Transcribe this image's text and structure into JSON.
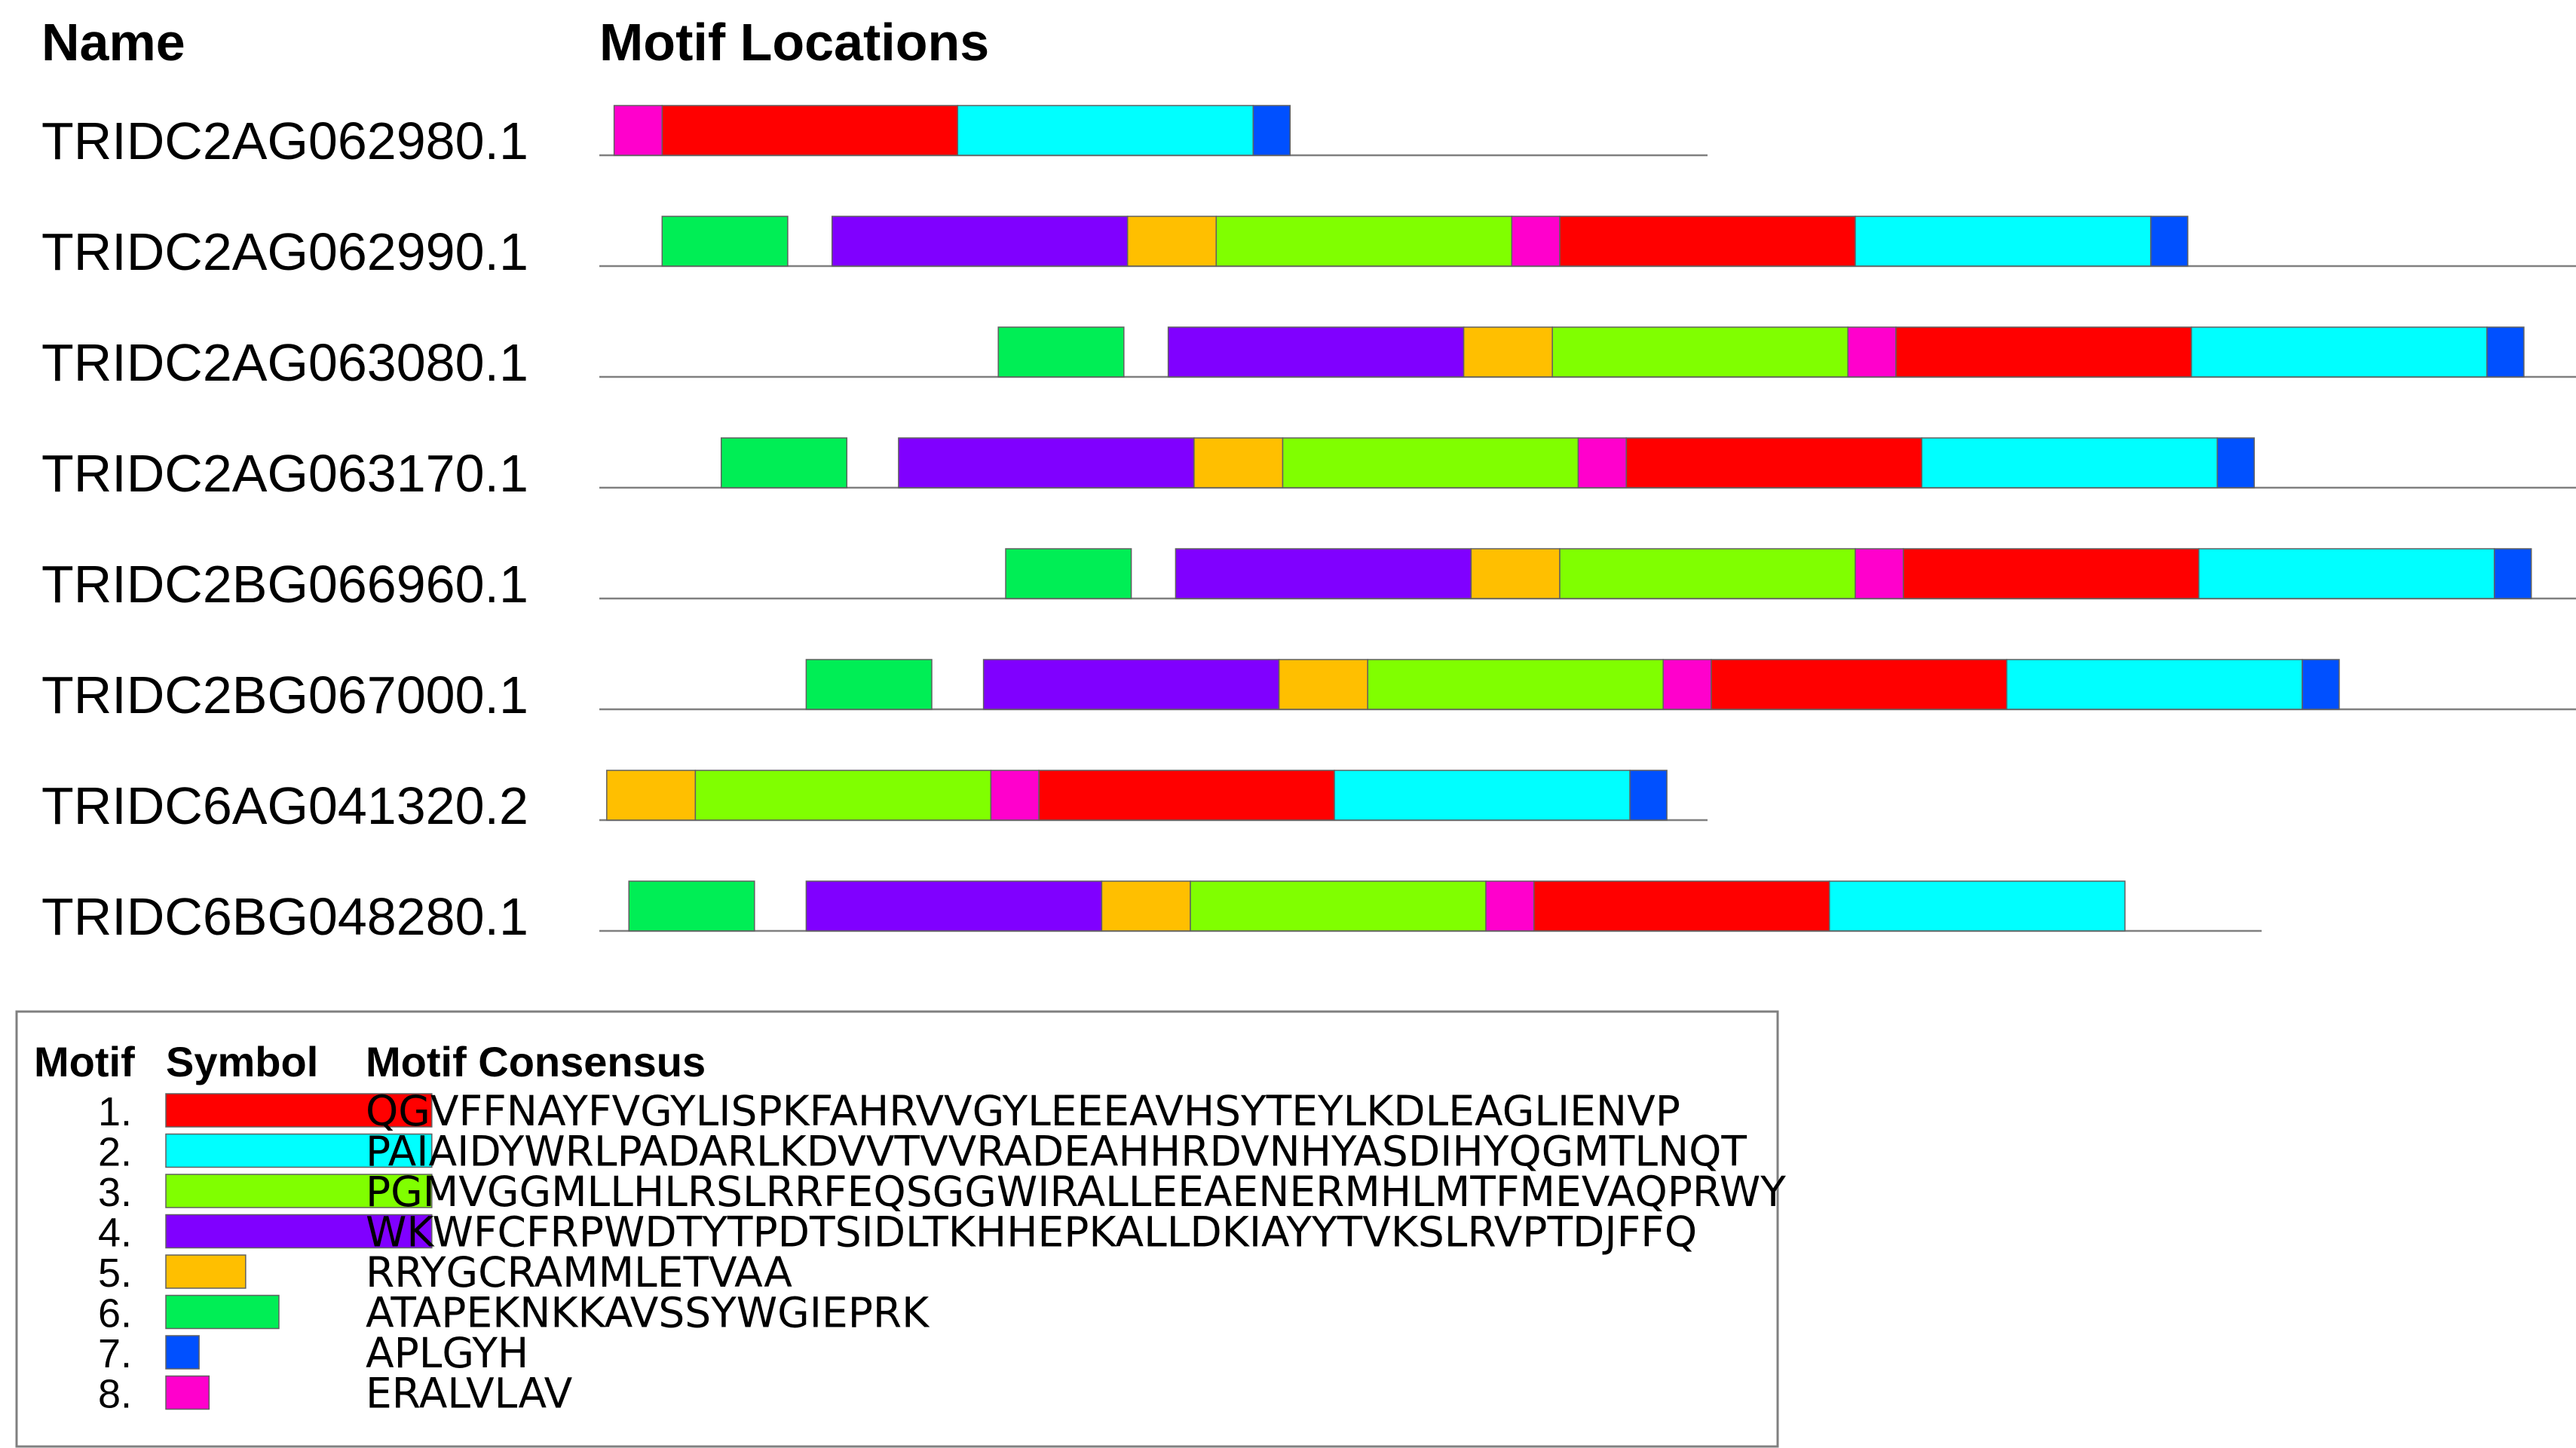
{
  "headers": {
    "name": "Name",
    "locations": "Motif Locations"
  },
  "sequences": [
    {
      "name": "TRIDC2AG062980.1",
      "length": 300,
      "motifs": [
        {
          "id": 8,
          "start": 4
        },
        {
          "id": 1,
          "start": 17
        },
        {
          "id": 2,
          "start": 97
        },
        {
          "id": 7,
          "start": 177
        }
      ]
    },
    {
      "name": "TRIDC2AG062990.1",
      "length": 650,
      "motifs": [
        {
          "id": 6,
          "start": 17
        },
        {
          "id": 4,
          "start": 63
        },
        {
          "id": 5,
          "start": 143
        },
        {
          "id": 3,
          "start": 167
        },
        {
          "id": 8,
          "start": 247
        },
        {
          "id": 1,
          "start": 260
        },
        {
          "id": 2,
          "start": 340
        },
        {
          "id": 7,
          "start": 420
        }
      ]
    },
    {
      "name": "TRIDC2AG063080.1",
      "length": 700,
      "motifs": [
        {
          "id": 6,
          "start": 108
        },
        {
          "id": 4,
          "start": 154
        },
        {
          "id": 5,
          "start": 234
        },
        {
          "id": 3,
          "start": 258
        },
        {
          "id": 8,
          "start": 338
        },
        {
          "id": 1,
          "start": 351
        },
        {
          "id": 2,
          "start": 431
        },
        {
          "id": 7,
          "start": 511
        }
      ]
    },
    {
      "name": "TRIDC2AG063170.1",
      "length": 650,
      "motifs": [
        {
          "id": 6,
          "start": 33
        },
        {
          "id": 4,
          "start": 81
        },
        {
          "id": 5,
          "start": 161
        },
        {
          "id": 3,
          "start": 185
        },
        {
          "id": 8,
          "start": 265
        },
        {
          "id": 1,
          "start": 278
        },
        {
          "id": 2,
          "start": 358
        },
        {
          "id": 7,
          "start": 438
        }
      ]
    },
    {
      "name": "TRIDC2BG066960.1",
      "length": 700,
      "motifs": [
        {
          "id": 6,
          "start": 110
        },
        {
          "id": 4,
          "start": 156
        },
        {
          "id": 5,
          "start": 236
        },
        {
          "id": 3,
          "start": 260
        },
        {
          "id": 8,
          "start": 340
        },
        {
          "id": 1,
          "start": 353
        },
        {
          "id": 2,
          "start": 433
        },
        {
          "id": 7,
          "start": 513
        }
      ]
    },
    {
      "name": "TRIDC2BG067000.1",
      "length": 650,
      "motifs": [
        {
          "id": 6,
          "start": 56
        },
        {
          "id": 4,
          "start": 104
        },
        {
          "id": 5,
          "start": 184
        },
        {
          "id": 3,
          "start": 208
        },
        {
          "id": 8,
          "start": 288
        },
        {
          "id": 1,
          "start": 301
        },
        {
          "id": 2,
          "start": 381
        },
        {
          "id": 7,
          "start": 461
        }
      ]
    },
    {
      "name": "TRIDC6AG041320.2",
      "length": 300,
      "motifs": [
        {
          "id": 5,
          "start": 2
        },
        {
          "id": 3,
          "start": 26
        },
        {
          "id": 8,
          "start": 106
        },
        {
          "id": 1,
          "start": 119
        },
        {
          "id": 2,
          "start": 199
        },
        {
          "id": 7,
          "start": 279
        }
      ]
    },
    {
      "name": "TRIDC6BG048280.1",
      "length": 450,
      "motifs": [
        {
          "id": 6,
          "start": 8
        },
        {
          "id": 4,
          "start": 56
        },
        {
          "id": 5,
          "start": 136
        },
        {
          "id": 3,
          "start": 160
        },
        {
          "id": 8,
          "start": 240
        },
        {
          "id": 1,
          "start": 253
        },
        {
          "id": 2,
          "start": 333
        }
      ]
    }
  ],
  "legend": {
    "headers": {
      "motif": "Motif",
      "symbol": "Symbol",
      "consensus": "Motif Consensus"
    },
    "motifs": [
      {
        "id": 1,
        "number": "1.",
        "color": "#ff0000",
        "width": 80,
        "consensus": "QGVFFNAYFVGYLISPKFAHRVVGYLEEEAVHSYTEYLKDLEAGLIENVP"
      },
      {
        "id": 2,
        "number": "2.",
        "color": "#00ffff",
        "width": 80,
        "consensus": "PAIAIDYWRLPADARLKDVVTVVRADEAHHRDVNHYASDIHYQGMTLNQT"
      },
      {
        "id": 3,
        "number": "3.",
        "color": "#80ff00",
        "width": 80,
        "consensus": "PGMVGGMLLHLRSLRRFEQSGGWIRALLEEAENERMHLMTFMEVAQPRWY"
      },
      {
        "id": 4,
        "number": "4.",
        "color": "#8000ff",
        "width": 80,
        "consensus": "WKWFCFRPWDTYTPDTSIDLTKHHEPKALLDKIAYYTVKSLRVPTDJFFQ"
      },
      {
        "id": 5,
        "number": "5.",
        "color": "#ffbf00",
        "width": 24,
        "consensus": "RRYGCRAMMLETVAA"
      },
      {
        "id": 6,
        "number": "6.",
        "color": "#00ee55",
        "width": 34,
        "consensus": "ATAPEKNKKAVSSYWGIEPRK"
      },
      {
        "id": 7,
        "number": "7.",
        "color": "#0050ff",
        "width": 10,
        "consensus": "APLGYH"
      },
      {
        "id": 8,
        "number": "8.",
        "color": "#ff00cc",
        "width": 13,
        "consensus": "ERALVLAV"
      }
    ]
  }
}
